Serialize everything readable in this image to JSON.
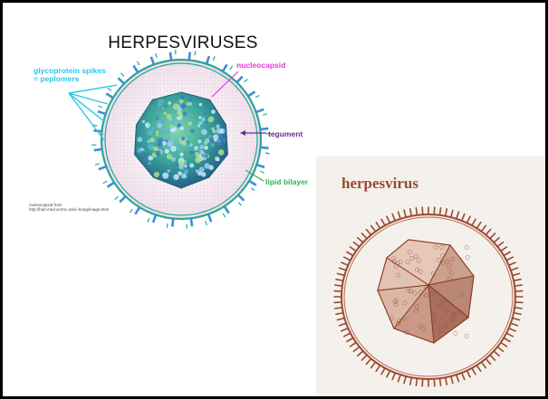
{
  "slide": {
    "title": "HERPESVIRUSES",
    "labels": {
      "glycoprotein_line1": "glycoprotein spikes",
      "glycoprotein_line2": "= peplomers",
      "nucleocapsid": "nucleocapsid",
      "tegument": "tegument",
      "lipid_bilayer": "lipid bilayer"
    },
    "credit_line1": "nucleocapsid from",
    "credit_line2": "http://hub.med.ut.tmc.edu/~hong/image.html"
  },
  "right_panel": {
    "label": "herpesvirus"
  },
  "colors": {
    "glycoprotein": "#29c9e8",
    "nucleocapsid": "#e23bd9",
    "tegument": "#6a2d8e",
    "lipid_bilayer": "#2fb25e",
    "envelope": "#2aa598",
    "capsid_fill": "#2a8f95",
    "drawing": "#9a4a32"
  }
}
